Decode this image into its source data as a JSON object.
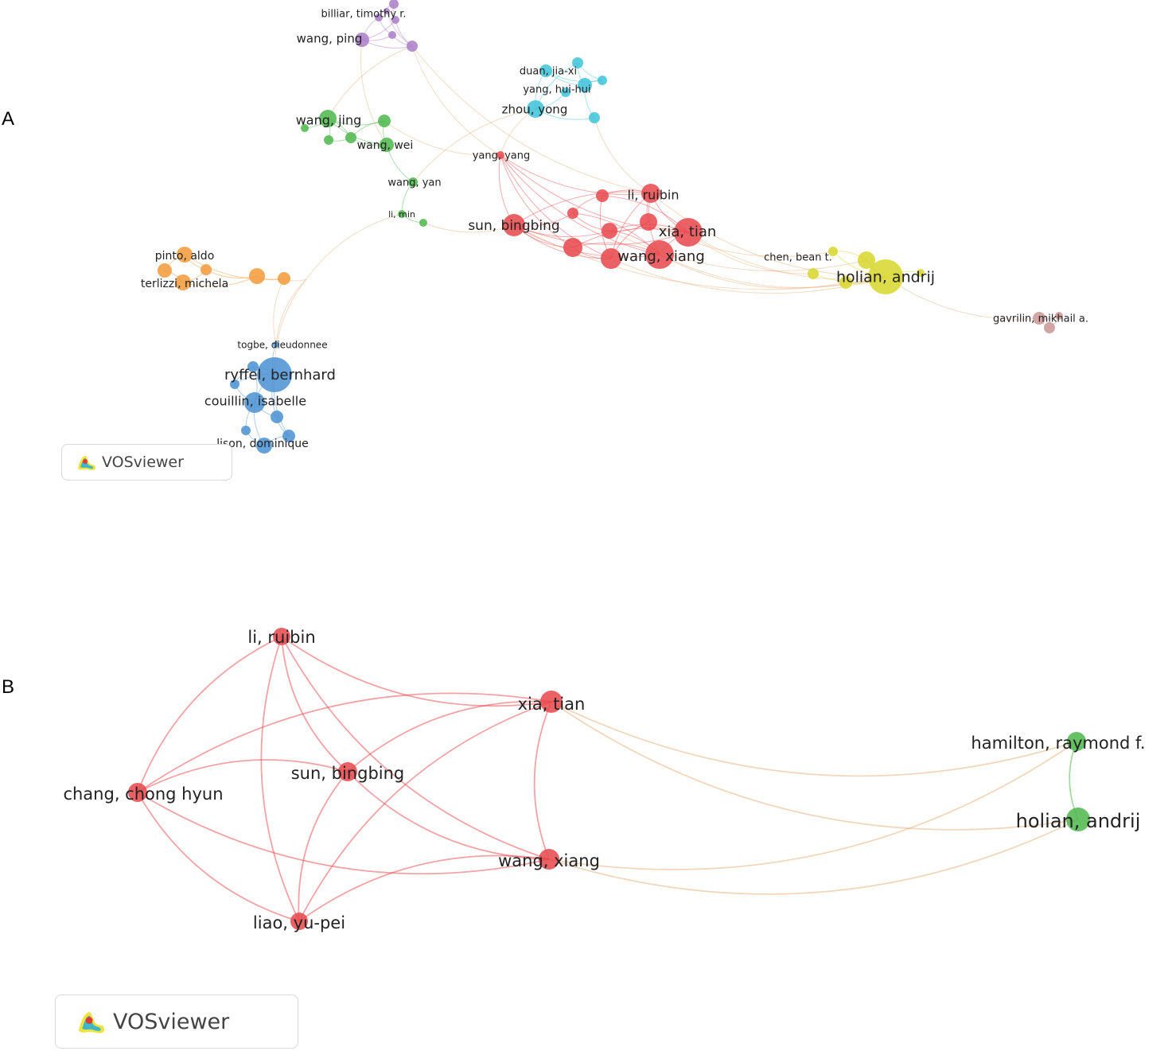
{
  "panels": {
    "a": {
      "letter": "A",
      "logo_text": "VOSviewer",
      "clusters": {
        "red": "#e8474b",
        "green": "#4cb74b",
        "blue": "#4a90d2",
        "yellow": "#d7d62a",
        "orange": "#f39a3a",
        "purple": "#a97cc7",
        "cyan": "#3cc3d9",
        "brown": "#c99694"
      },
      "nodes": [
        {
          "id": "billiar",
          "label": "billiar, timothy r.",
          "cluster": "purple"
        },
        {
          "id": "wangping",
          "label": "wang, ping",
          "cluster": "purple"
        },
        {
          "id": "p1",
          "label": "",
          "cluster": "purple"
        },
        {
          "id": "p2",
          "label": "",
          "cluster": "purple"
        },
        {
          "id": "p3",
          "label": "",
          "cluster": "purple"
        },
        {
          "id": "p4",
          "label": "",
          "cluster": "purple"
        },
        {
          "id": "p5",
          "label": "",
          "cluster": "purple"
        },
        {
          "id": "duan",
          "label": "duan, jia-xi",
          "cluster": "cyan"
        },
        {
          "id": "yanghui",
          "label": "yang, hui-hui",
          "cluster": "cyan"
        },
        {
          "id": "zhou",
          "label": "zhou, yong",
          "cluster": "cyan"
        },
        {
          "id": "c1",
          "label": "",
          "cluster": "cyan"
        },
        {
          "id": "c2",
          "label": "",
          "cluster": "cyan"
        },
        {
          "id": "c3",
          "label": "",
          "cluster": "cyan"
        },
        {
          "id": "c4",
          "label": "",
          "cluster": "cyan"
        },
        {
          "id": "wangjing",
          "label": "wang, jing",
          "cluster": "green"
        },
        {
          "id": "wangwei",
          "label": "wang, wei",
          "cluster": "green"
        },
        {
          "id": "g1",
          "label": "",
          "cluster": "green"
        },
        {
          "id": "g2",
          "label": "",
          "cluster": "green"
        },
        {
          "id": "g3",
          "label": "",
          "cluster": "green"
        },
        {
          "id": "g4",
          "label": "",
          "cluster": "green"
        },
        {
          "id": "wangyan",
          "label": "wang, yan",
          "cluster": "green"
        },
        {
          "id": "limin",
          "label": "li, min",
          "cluster": "green"
        },
        {
          "id": "g5",
          "label": "",
          "cluster": "green"
        },
        {
          "id": "yangyang",
          "label": "yang, yang",
          "cluster": "red"
        },
        {
          "id": "liruibin",
          "label": "li, ruibin",
          "cluster": "red"
        },
        {
          "id": "sunbb",
          "label": "sun, bingbing",
          "cluster": "red"
        },
        {
          "id": "xiatian",
          "label": "xia, tian",
          "cluster": "red"
        },
        {
          "id": "wangxiang",
          "label": "wang, xiang",
          "cluster": "red"
        },
        {
          "id": "r1",
          "label": "",
          "cluster": "red"
        },
        {
          "id": "r2",
          "label": "",
          "cluster": "red"
        },
        {
          "id": "r3",
          "label": "",
          "cluster": "red"
        },
        {
          "id": "r4",
          "label": "",
          "cluster": "red"
        },
        {
          "id": "r5",
          "label": "",
          "cluster": "red"
        },
        {
          "id": "r6",
          "label": "",
          "cluster": "red"
        },
        {
          "id": "chenbean",
          "label": "chen, bean t.",
          "cluster": "yellow"
        },
        {
          "id": "holian",
          "label": "holian, andrij",
          "cluster": "yellow"
        },
        {
          "id": "y1",
          "label": "",
          "cluster": "yellow"
        },
        {
          "id": "y2",
          "label": "",
          "cluster": "yellow"
        },
        {
          "id": "y3",
          "label": "",
          "cluster": "yellow"
        },
        {
          "id": "y4",
          "label": "",
          "cluster": "yellow"
        },
        {
          "id": "gavrilin",
          "label": "gavrilin, mikhail a.",
          "cluster": "brown"
        },
        {
          "id": "b1",
          "label": "",
          "cluster": "brown"
        },
        {
          "id": "b2",
          "label": "",
          "cluster": "brown"
        },
        {
          "id": "pinto",
          "label": "pinto, aldo",
          "cluster": "orange"
        },
        {
          "id": "terlizzi",
          "label": "terlizzi, michela",
          "cluster": "orange"
        },
        {
          "id": "o1",
          "label": "",
          "cluster": "orange"
        },
        {
          "id": "o2",
          "label": "",
          "cluster": "orange"
        },
        {
          "id": "o3",
          "label": "",
          "cluster": "orange"
        },
        {
          "id": "o4",
          "label": "",
          "cluster": "orange"
        },
        {
          "id": "togbe",
          "label": "togbe, dieudonnee",
          "cluster": "blue"
        },
        {
          "id": "ryffel",
          "label": "ryffel, bernhard",
          "cluster": "blue"
        },
        {
          "id": "couillin",
          "label": "couillin, isabelle",
          "cluster": "blue"
        },
        {
          "id": "lison",
          "label": "lison, dominique",
          "cluster": "blue"
        },
        {
          "id": "u1",
          "label": "",
          "cluster": "blue"
        },
        {
          "id": "u2",
          "label": "",
          "cluster": "blue"
        },
        {
          "id": "u3",
          "label": "",
          "cluster": "blue"
        },
        {
          "id": "u4",
          "label": "",
          "cluster": "blue"
        },
        {
          "id": "u5",
          "label": "",
          "cluster": "blue"
        }
      ]
    },
    "b": {
      "letter": "B",
      "logo_text": "VOSviewer",
      "clusters": {
        "red": "#e8474b",
        "green": "#4cb74b"
      },
      "nodes": [
        {
          "id": "liruibin",
          "label": "li, ruibin",
          "cluster": "red"
        },
        {
          "id": "xiatian",
          "label": "xia, tian",
          "cluster": "red"
        },
        {
          "id": "sunbb",
          "label": "sun, bingbing",
          "cluster": "red"
        },
        {
          "id": "chang",
          "label": "chang, chong hyun",
          "cluster": "red"
        },
        {
          "id": "wangxiang",
          "label": "wang, xiang",
          "cluster": "red"
        },
        {
          "id": "liao",
          "label": "liao, yu-pei",
          "cluster": "red"
        },
        {
          "id": "hamilton",
          "label": "hamilton, raymond f.",
          "cluster": "green"
        },
        {
          "id": "holian",
          "label": "holian, andrij",
          "cluster": "green"
        }
      ]
    }
  }
}
